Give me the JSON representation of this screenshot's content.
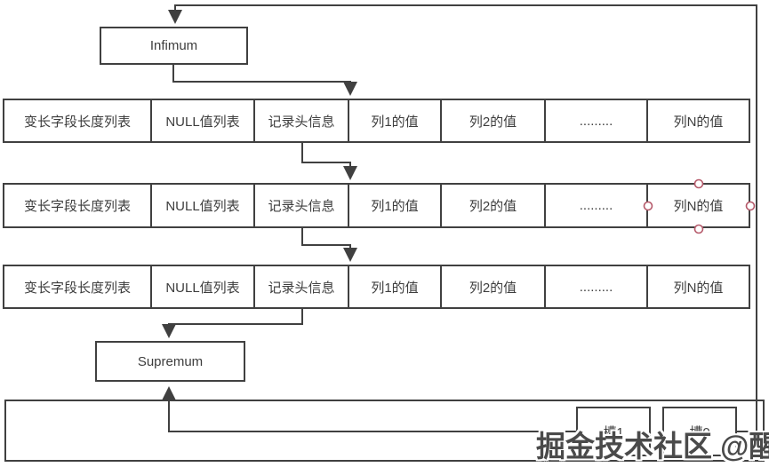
{
  "diagram": {
    "infimum_label": "Infimum",
    "supremum_label": "Supremum",
    "record_rows": [
      {
        "cells": [
          "变长字段长度列表",
          "NULL值列表",
          "记录头信息",
          "列1的值",
          "列2的值",
          ".........",
          "列N的值"
        ]
      },
      {
        "cells": [
          "变长字段长度列表",
          "NULL值列表",
          "记录头信息",
          "列1的值",
          "列2的值",
          ".........",
          "列N的值"
        ]
      },
      {
        "cells": [
          "变长字段长度列表",
          "NULL值列表",
          "记录头信息",
          "列1的值",
          "列2的值",
          ".........",
          "列N的值"
        ]
      }
    ],
    "slots": {
      "slot1_label": "槽1",
      "slot0_label": "槽0"
    },
    "watermark": "掘金技术社区 @醒言",
    "colors": {
      "line": "#404040",
      "text": "#3d3d3d",
      "selection_handle": "#b5596a",
      "background": "#ffffff"
    }
  }
}
